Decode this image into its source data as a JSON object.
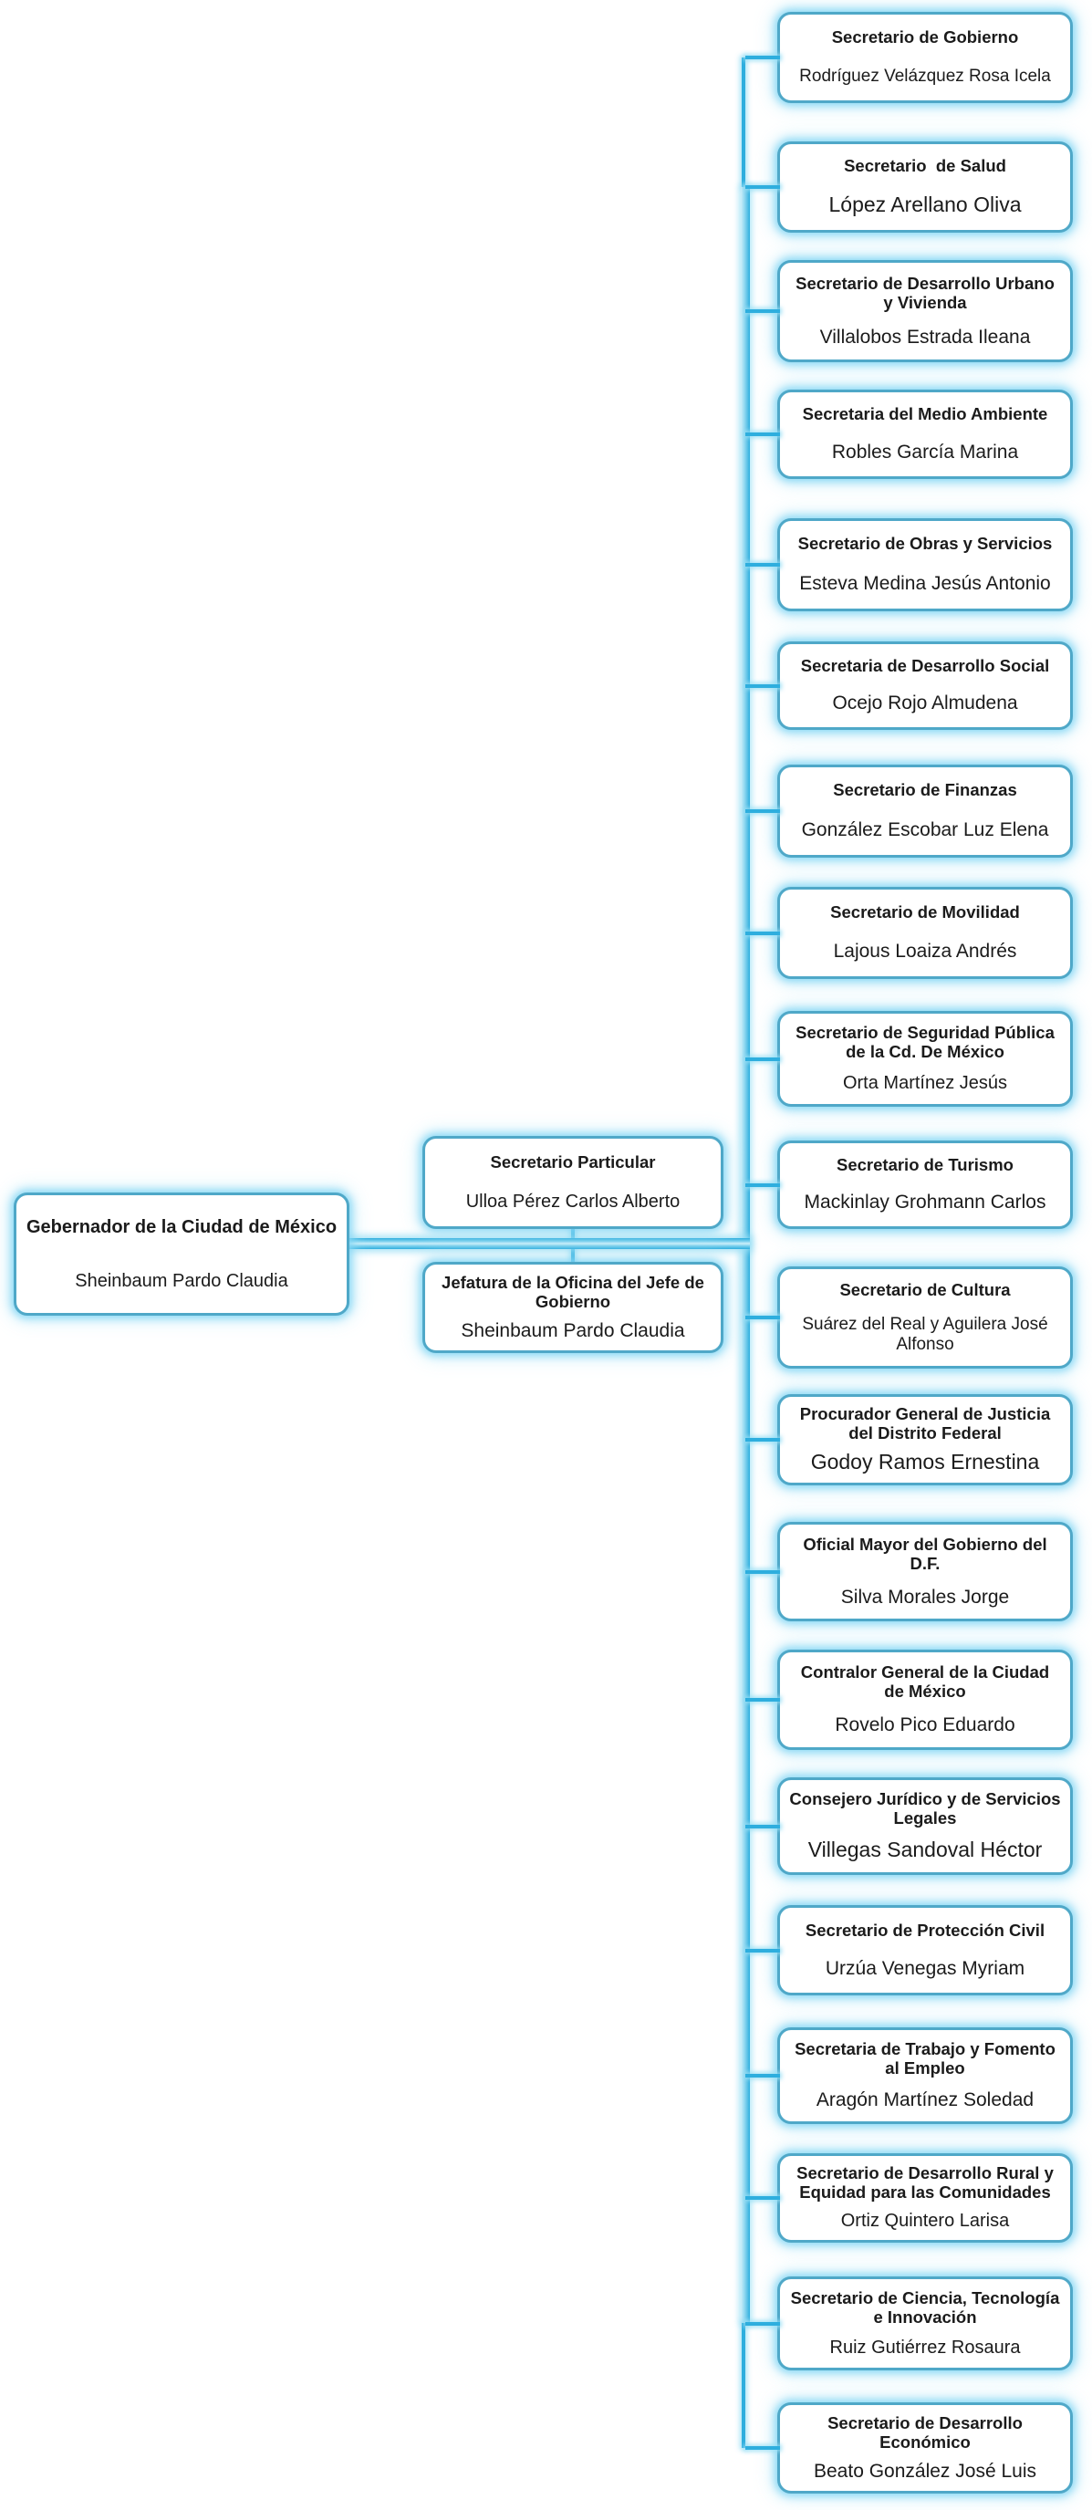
{
  "root": {
    "title": "Gebernador de la Ciudad de México",
    "name": "Sheinbaum Pardo Claudia"
  },
  "staff": [
    {
      "title": "Secretario Particular",
      "name": "Ulloa Pérez Carlos Alberto"
    },
    {
      "title": "Jefatura de la Oficina del Jefe de Gobierno",
      "name": "Sheinbaum Pardo Claudia"
    }
  ],
  "secretaries": [
    {
      "title": "Secretario de Gobierno",
      "name": "Rodríguez Velázquez Rosa Icela"
    },
    {
      "title": "Secretario  de Salud",
      "name": "López Arellano Oliva"
    },
    {
      "title": "Secretario de Desarrollo Urbano y Vivienda",
      "name": "Villalobos Estrada Ileana"
    },
    {
      "title": "Secretaria del Medio Ambiente",
      "name": "Robles García Marina"
    },
    {
      "title": "Secretario de Obras y Servicios",
      "name": "Esteva Medina Jesús Antonio"
    },
    {
      "title": "Secretaria de Desarrollo Social",
      "name": "Ocejo Rojo Almudena"
    },
    {
      "title": "Secretario de Finanzas",
      "name": "González Escobar Luz Elena"
    },
    {
      "title": "Secretario de Movilidad",
      "name": "Lajous Loaiza Andrés"
    },
    {
      "title": "Secretario de Seguridad Pública de la Cd. De México",
      "name": "Orta Martínez Jesús"
    },
    {
      "title": "Secretario de Turismo",
      "name": "Mackinlay Grohmann Carlos"
    },
    {
      "title": "Secretario de Cultura",
      "name": "Suárez del Real y Aguilera José Alfonso"
    },
    {
      "title": "Procurador General de Justicia del Distrito Federal",
      "name": "Godoy Ramos Ernestina"
    },
    {
      "title": "Oficial Mayor del Gobierno del D.F.",
      "name": "Silva Morales Jorge"
    },
    {
      "title": "Contralor General de la Ciudad de México",
      "name": "Rovelo Pico Eduardo"
    },
    {
      "title": "Consejero Jurídico y de Servicios Legales",
      "name": "Villegas Sandoval Héctor"
    },
    {
      "title": "Secretario de Protección Civil",
      "name": "Urzúa Venegas Myriam"
    },
    {
      "title": "Secretaria de Trabajo y Fomento al Empleo",
      "name": "Aragón Martínez Soledad"
    },
    {
      "title": "Secretario de Desarrollo Rural y Equidad para las Comunidades",
      "name": "Ortiz Quintero Larisa"
    },
    {
      "title": "Secretario de Ciencia, Tecnología e Innovación",
      "name": "Ruiz Gutiérrez Rosaura"
    },
    {
      "title": "Secretario de Desarrollo Económico",
      "name": "Beato González José Luis"
    }
  ],
  "colors": {
    "line_accent": "#2eaede",
    "box_border": "#4fa8c8",
    "glow": "#aee4f6",
    "text": "#1b1b1b",
    "background": "#ffffff"
  }
}
